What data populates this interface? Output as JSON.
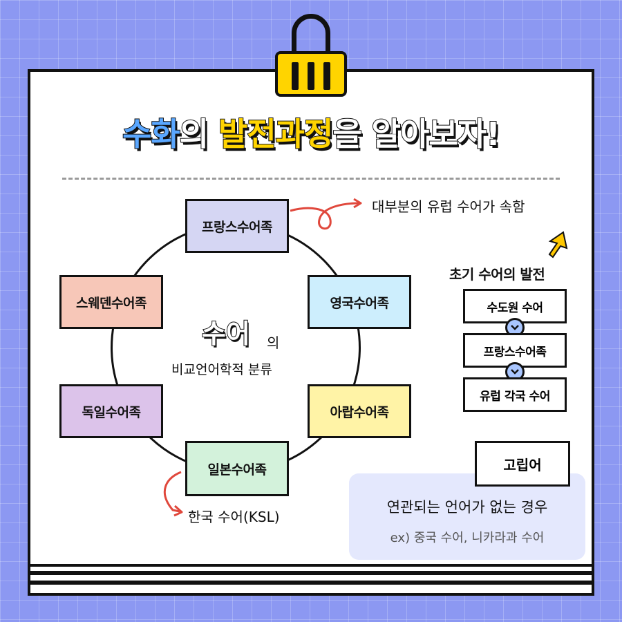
{
  "title": {
    "part1": "수화",
    "part2": "의 ",
    "part3": "발전과정",
    "part4": "을 알아보자!"
  },
  "center": {
    "main": "수어",
    "suffix": "의",
    "sub": "비교언어학적 분류"
  },
  "languages": [
    {
      "id": "french",
      "label": "프랑스수어족",
      "color": "#d5d6f3"
    },
    {
      "id": "british",
      "label": "영국수어족",
      "color": "#cdeefd"
    },
    {
      "id": "arabic",
      "label": "아랍수어족",
      "color": "#fff3a6"
    },
    {
      "id": "japanese",
      "label": "일본수어족",
      "color": "#d3f2db"
    },
    {
      "id": "german",
      "label": "독일수어족",
      "color": "#dcc3ea"
    },
    {
      "id": "swedish",
      "label": "스웨덴수어족",
      "color": "#f7c7b8"
    }
  ],
  "notes": {
    "french": "대부분의 유럽 수어가 속함",
    "japanese": "한국 수어(KSL)"
  },
  "development": {
    "title": "초기 수어의 발전",
    "steps": [
      "수도원 수어",
      "프랑스수어족",
      "유럽 각국 수어"
    ]
  },
  "isolate": {
    "label": "고립어",
    "description": "연관되는 언어가 없는 경우",
    "example": "ex) 중국 수어, 니카라과 수어"
  },
  "colors": {
    "background": "#8c98f2",
    "clip": "#ffd400",
    "accent_arrow": "#e0483c",
    "up_arrow": "#ffc800",
    "title_blue": "#5aa7ff",
    "title_yellow": "#ffd400",
    "chevron": "#a9c6ff"
  },
  "icons": [
    "binder-clip-icon",
    "curved-arrow-icon",
    "up-arrow-icon",
    "chevron-down-icon"
  ]
}
